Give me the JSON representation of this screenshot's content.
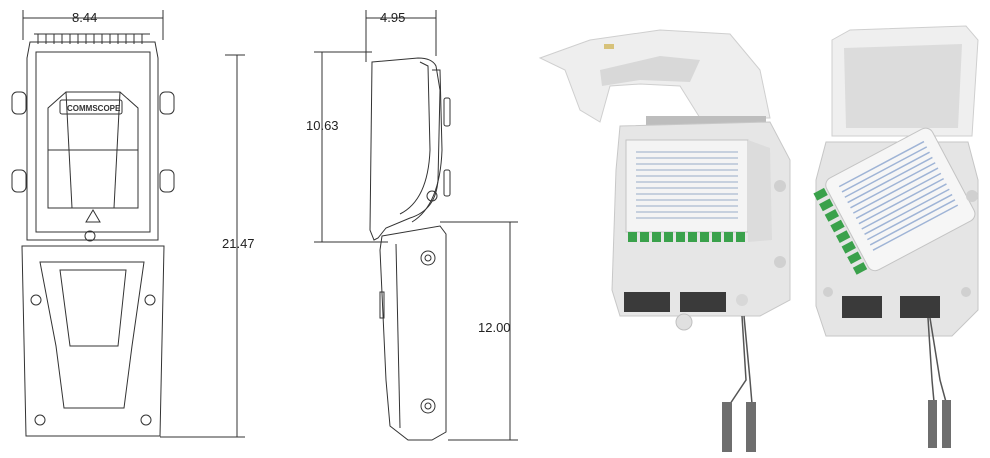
{
  "drawing": {
    "front_view": {
      "width_label": "8.44",
      "height_label": "21.47",
      "logo_text": "COMMSCOPE"
    },
    "side_view": {
      "depth_label": "4.95",
      "upper_height_label": "10.63",
      "lower_height_label": "12.00"
    }
  },
  "photos": {
    "left_unit": {
      "description_icon": "enclosure-open-with-fiber-tray"
    },
    "right_unit": {
      "description_icon": "enclosure-open-tray-tilted"
    }
  },
  "colors": {
    "line": "#333333",
    "enclosure": "#e9e9e9",
    "adapter_green": "#3aa14b",
    "adapter_blue": "#5b7fb8"
  }
}
